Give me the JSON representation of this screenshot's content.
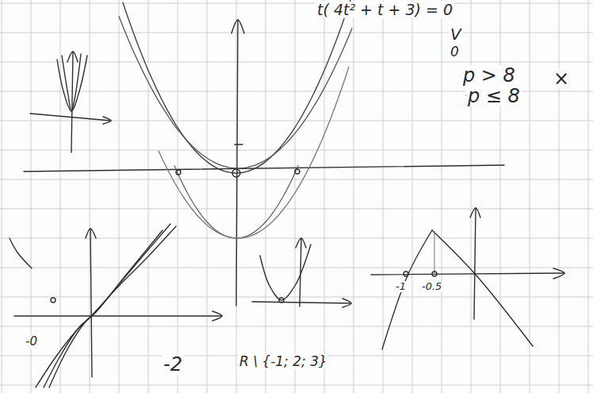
{
  "diagram": {
    "labels": [
      "t( 4t² + t + 3) = 0",
      "V",
      "0",
      "p > 8",
      "×",
      "p ≤ 8",
      "-1",
      "-0.5",
      "-0",
      "-2",
      "R \\ {-1; 2; 3}"
    ]
  }
}
